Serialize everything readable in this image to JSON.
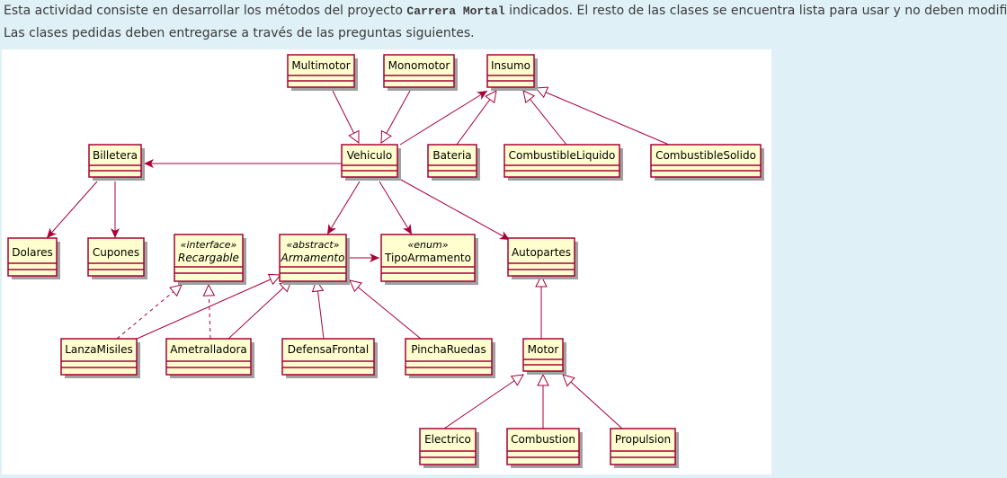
{
  "intro": {
    "before": "Esta actividad consiste en desarrollar los métodos del proyecto ",
    "project_name": "Carrera Mortal",
    "after": " indicados. El resto de las clases se encuentra lista para usar y no deben modificarlas.",
    "line2": "Las clases pedidas deben entregarse a través de las preguntas siguientes."
  },
  "classes": {
    "multimotor": "Multimotor",
    "monomotor": "Monomotor",
    "insumo": "Insumo",
    "billetera": "Billetera",
    "vehiculo": "Vehiculo",
    "bateria": "Bateria",
    "combustible_liquido": "CombustibleLiquido",
    "combustible_solido": "CombustibleSolido",
    "dolares": "Dolares",
    "cupones": "Cupones",
    "recargable": {
      "stereotype": "«interface»",
      "name": "Recargable"
    },
    "armamento": {
      "stereotype": "«abstract»",
      "name": "Armamento"
    },
    "tipo_armamento": {
      "stereotype": "«enum»",
      "name": "TipoArmamento"
    },
    "autopartes": "Autopartes",
    "lanza_misiles": "LanzaMisiles",
    "ametralladora": "Ametralladora",
    "defensa_frontal": "DefensaFrontal",
    "pincha_ruedas": "PinchaRuedas",
    "motor": "Motor",
    "electrico": "Electrico",
    "combustion": "Combustion",
    "propulsion": "Propulsion"
  }
}
